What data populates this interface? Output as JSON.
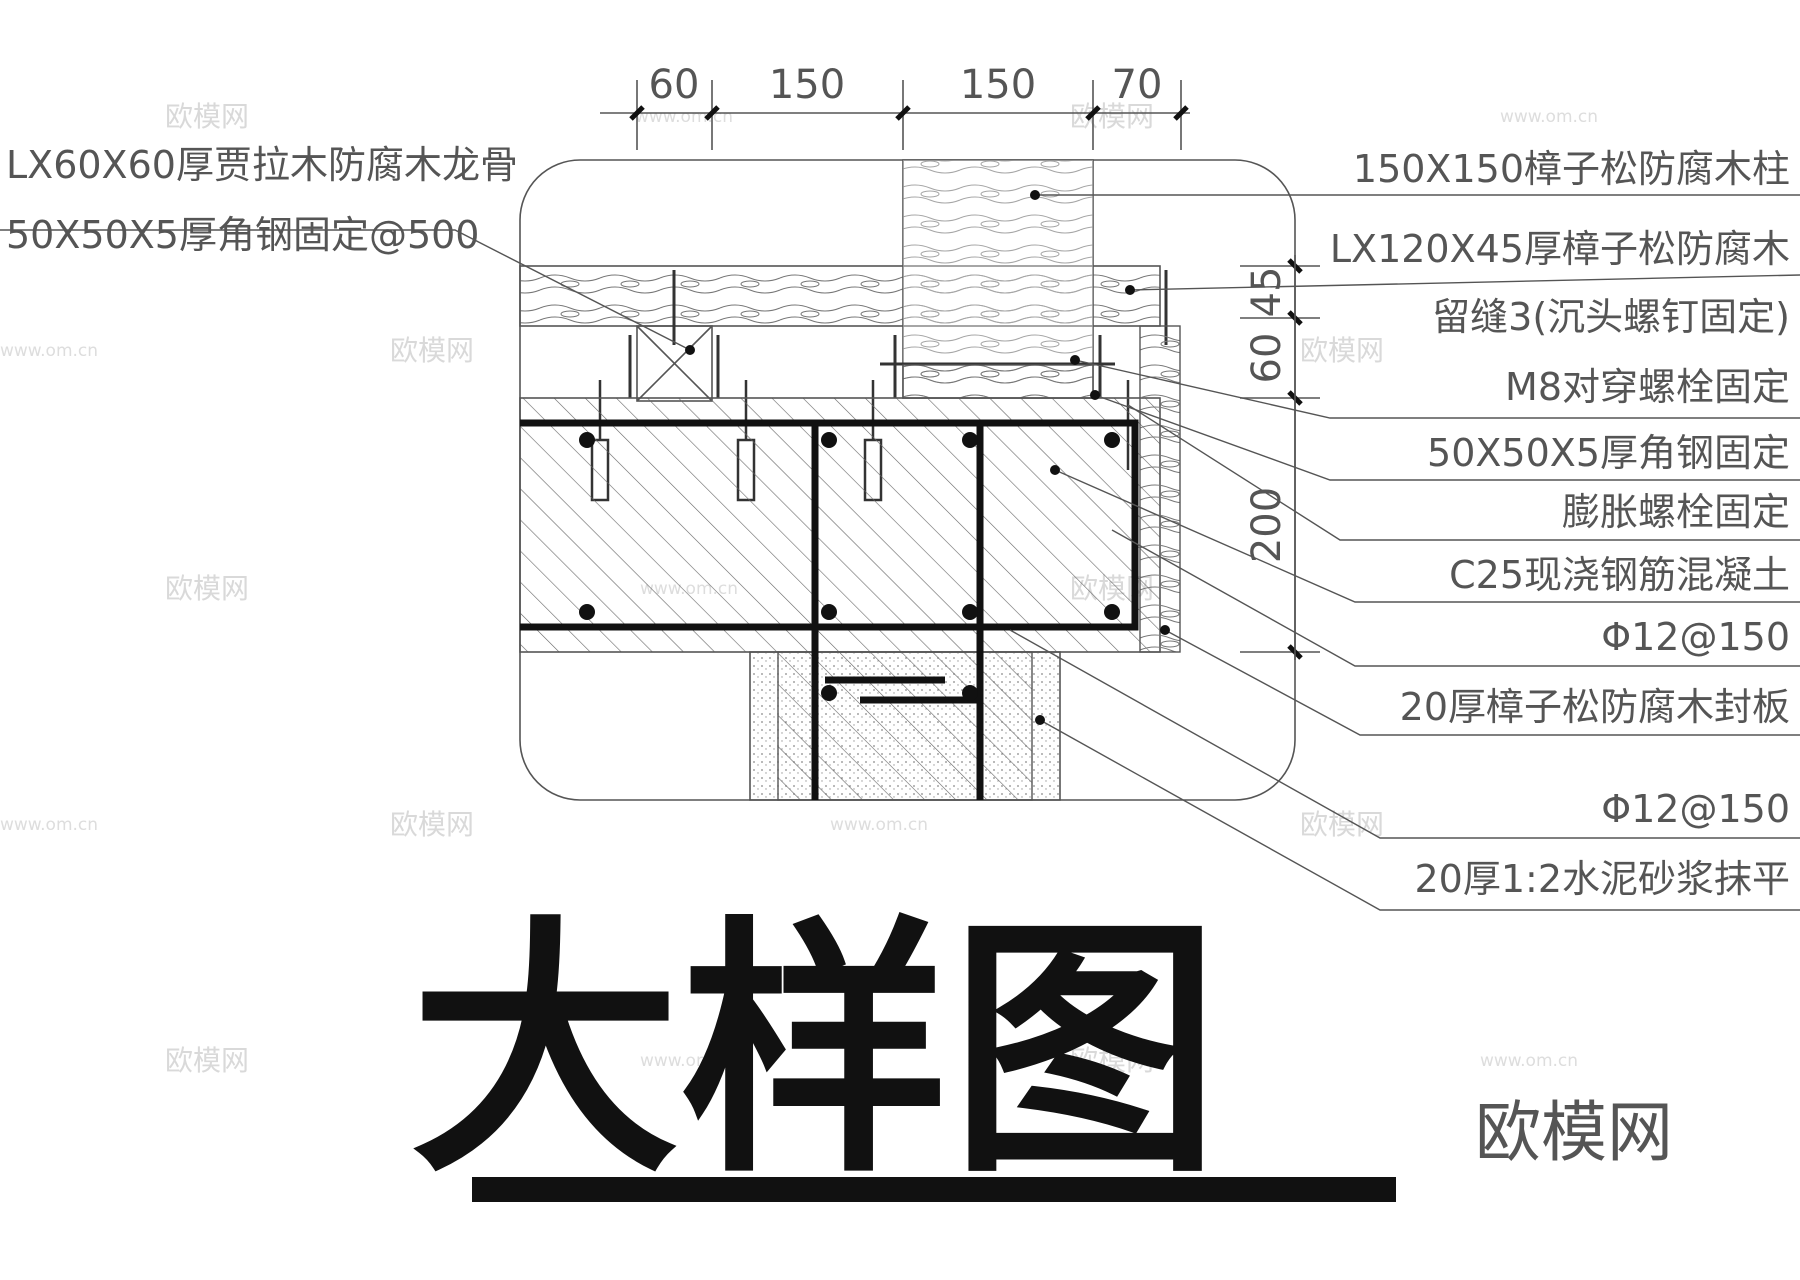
{
  "watermark": {
    "site_text": "www.om.cn",
    "brand_text": "欧模网"
  },
  "dimensions": {
    "top": [
      "60",
      "150",
      "150",
      "70"
    ],
    "right": [
      "45",
      "60",
      "200"
    ]
  },
  "labels_left": [
    "LX60X60厚贾拉木防腐木龙骨",
    "50X50X5厚角钢固定@500"
  ],
  "labels_right": [
    "150X150樟子松防腐木柱",
    "LX120X45厚樟子松防腐木",
    "留缝3(沉头螺钉固定)",
    "M8对穿螺栓固定",
    "50X50X5厚角钢固定",
    "膨胀螺栓固定",
    "C25现浇钢筋混凝土",
    "Φ12@150",
    "20厚樟子松防腐木封板",
    "Φ12@150",
    "20厚1:2水泥砂浆抹平"
  ],
  "title": "大样图",
  "colors": {
    "line": "#555555",
    "heavy": "#111111",
    "watermark": "#d9d9d9"
  }
}
